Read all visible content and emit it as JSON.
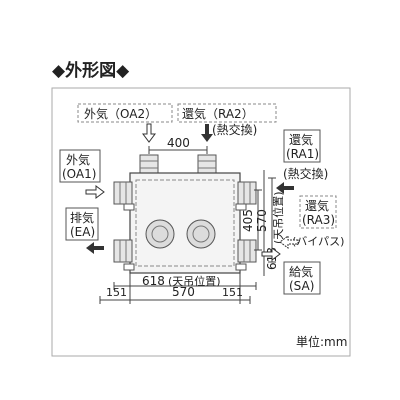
{
  "title": "◆外形図◆",
  "unit": "単位:mm",
  "ports": {
    "oa2": "外気（OA2）",
    "ra2": "還気（RA2）",
    "ra2_sub": "(熱交換)",
    "oa1_top": "外気",
    "oa1_bottom": "(OA1)",
    "ea_top": "排気",
    "ea_bottom": "(EA)",
    "ra1_top": "還気",
    "ra1_bottom": "(RA1)",
    "ra1_sub": "(熱交換)",
    "ra3_top": "還気",
    "ra3_bottom": "(RA3)",
    "ra3_sub": "(バイパス)",
    "sa_top": "給気",
    "sa_bottom": "(SA)"
  },
  "dimensions": {
    "top_pitch": "400",
    "height_inner": "405",
    "height_ceiling": "570",
    "height_outer": "618",
    "ceiling_label": "(天吊位置)",
    "bottom_outer": "618",
    "bottom_outer_note": "(天吊位置)",
    "bottom_left": "151",
    "bottom_mid": "570",
    "bottom_right": "151"
  },
  "colors": {
    "frame": "#999999",
    "line": "#444444",
    "fill": "#e8e8e8",
    "text": "#222222"
  }
}
